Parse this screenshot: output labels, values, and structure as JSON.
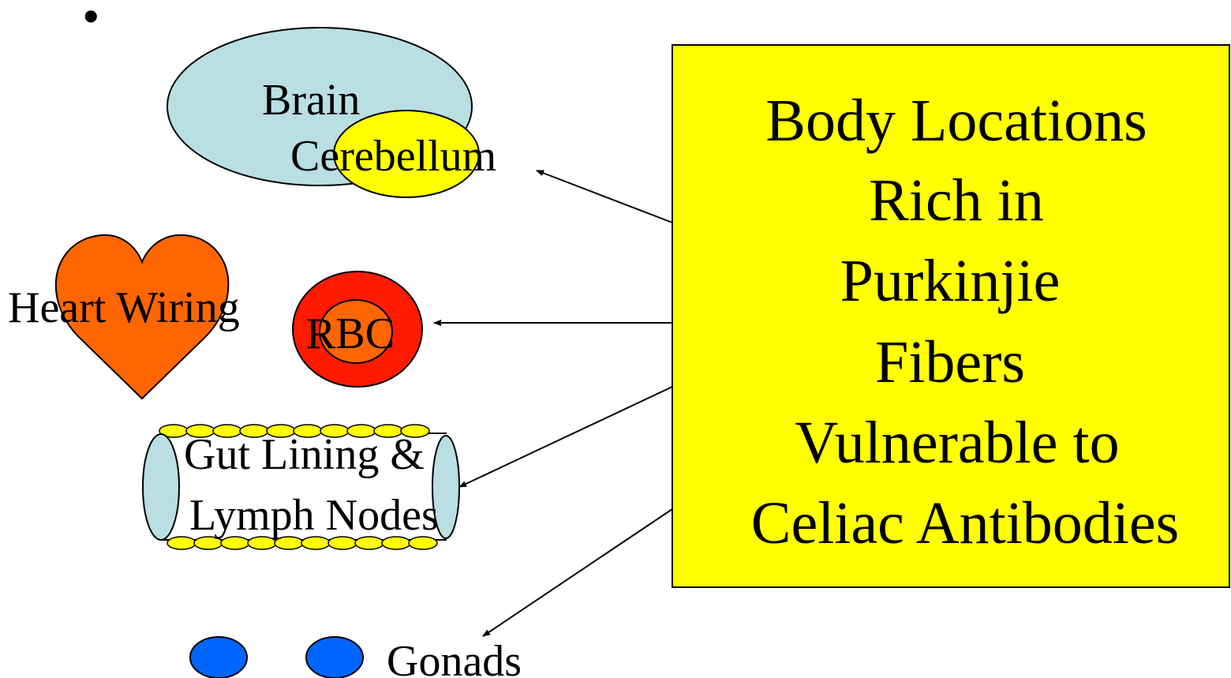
{
  "bullet": "•",
  "labels": {
    "brain": "Brain",
    "cerebellum": "Cerebellum",
    "heart": "Heart Wiring",
    "rbc": "RBC",
    "gut_line1": "Gut Lining  &",
    "gut_line2": "Lymph Nodes",
    "gonads": "Gonads"
  },
  "callout": {
    "lines": [
      "Body Locations",
      "Rich in",
      "Purkinjie",
      "Fibers",
      "Vulnerable to",
      "Celiac Antibodies"
    ]
  },
  "colors": {
    "brain_fill": "#b9dfe3",
    "cerebellum_fill": "#ffff00",
    "heart_fill": "#ff6600",
    "rbc_outer": "#ff1a00",
    "rbc_inner": "#ff6600",
    "gut_end_fill": "#b9dfe3",
    "gut_bead_fill": "#ffff00",
    "gonad_fill": "#0066ff",
    "callout_fill": "#ffff00"
  }
}
